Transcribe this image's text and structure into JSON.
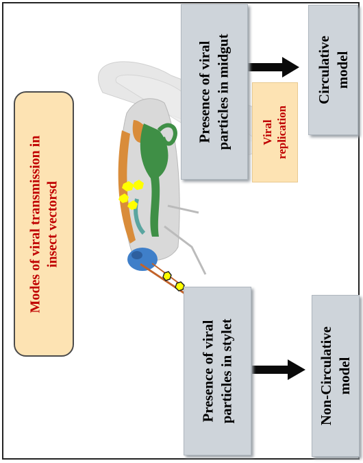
{
  "title": {
    "line1": "Modes of viral transmission in",
    "line2": "insect vectorsd"
  },
  "boxes": {
    "stylet": {
      "line1": "Presence of viral",
      "line2": "particles in stylet"
    },
    "midgut": {
      "line1": "Presence of viral",
      "line2": "particles in midgut"
    },
    "circulative": {
      "line1": "Circulative",
      "line2": "model"
    },
    "noncirculative": {
      "line1": "Non-Circulative",
      "line2": "model"
    }
  },
  "replication": {
    "line1": "Viral",
    "line2": "replication"
  },
  "colors": {
    "box_fill": "#ced4da",
    "title_fill": "#fde3b3",
    "title_text": "#c00000",
    "arrow": "#0a0a0a",
    "virus": "#ffff00"
  }
}
